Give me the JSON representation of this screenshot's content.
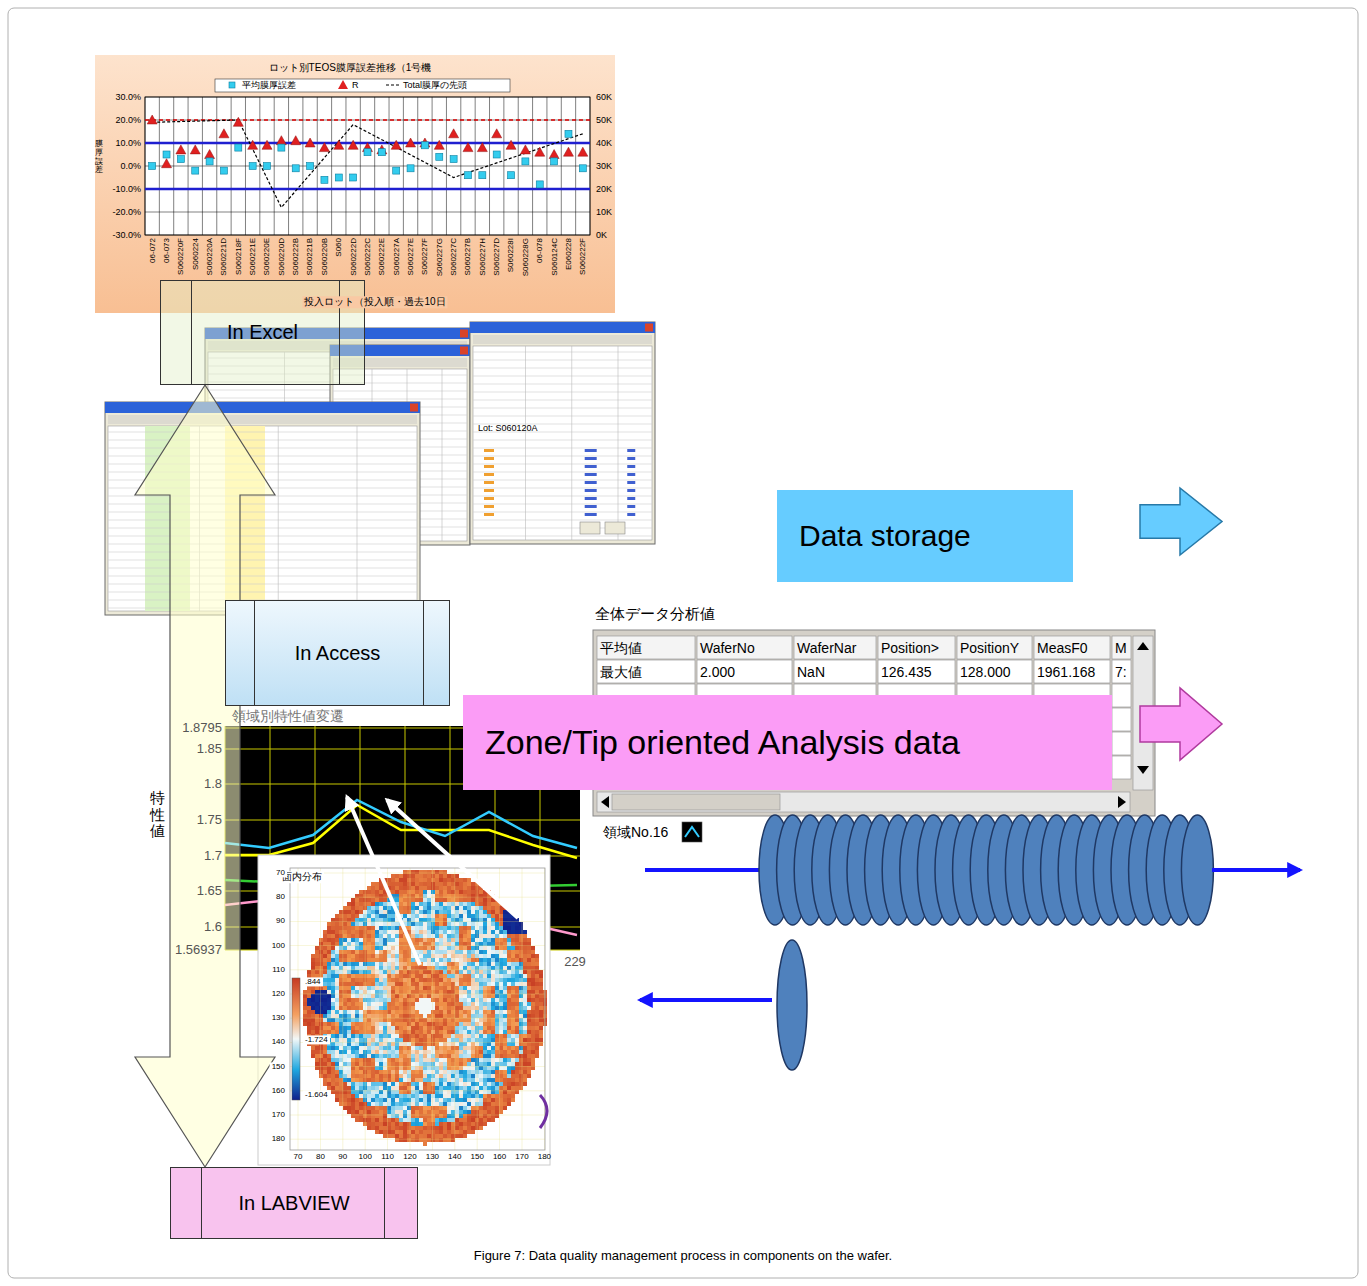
{
  "diagram": {
    "caption": "Figure 7: Data quality management process in components on the wafer.",
    "nodes": [
      {
        "text": [
          "In Excel"
        ]
      },
      {
        "text": [
          "In Access"
        ]
      },
      {
        "text": [
          "In LABVIEW"
        ]
      },
      {
        "text": [
          "Data storage"
        ]
      },
      {
        "text": [
          "Zone/Tip oriented Analysis data"
        ]
      }
    ],
    "edges": [
      {
        "from": 0,
        "to": 2,
        "arrow": "both"
      }
    ],
    "labels": [
      "ロット別TEOS膜厚誤差推移（1号機",
      "膜厚誤差",
      "30.0%",
      "20.0%",
      "10.0%",
      "0.0%",
      "-10.0%",
      "-20.0%",
      "-30.0%",
      "60K",
      "50K",
      "40K",
      "30K",
      "20K",
      "10K",
      "0K",
      "06-072",
      "06-073",
      "S060220F",
      "S060224",
      "S060220A",
      "S060221D",
      "S060218F",
      "S060221E",
      "S060220E",
      "S060220D",
      "S060222B",
      "S060221B",
      "S060220B",
      "S060",
      "S060222D",
      "S060222C",
      "S060222E",
      "S060227A",
      "S060227E",
      "S060227F",
      "S060227G",
      "S060227C",
      "S060227B",
      "S060227H",
      "S060227D",
      "S060228I",
      "S060228G",
      "06-078",
      "S060124C",
      "E060228",
      "S060222F",
      "投入ロット（投入順・過去10日",
      "Lot: S060120A",
      "全体データ分析値",
      "平均値",
      "WaferNo",
      "WaferNar",
      "Position>",
      "PositionY",
      "MeasF0",
      "M",
      "最大値",
      "2.000",
      "NaN",
      "126.435",
      "128.000",
      "1961.168",
      "7:",
      "領域No.16",
      "領域別特性値変遷",
      "1.8795",
      "1.85",
      "1.8",
      "1.75",
      "1.7",
      "1.65",
      "1.6",
      "1.56937",
      "特性値",
      "229",
      "面内分布",
      "70",
      "80",
      "90",
      "100",
      "110",
      "120",
      "130",
      "140",
      "150",
      "160",
      "170",
      "180",
      "70",
      "80",
      "90",
      "100",
      "110",
      "120",
      "130",
      "140",
      "150",
      "160",
      "170",
      "180",
      ".844",
      "-1.724",
      "-1.604"
    ],
    "legend": [
      {
        "text": "平均膜厚誤差"
      },
      {
        "text": "R"
      },
      {
        "text": "Total膜厚の先頭"
      }
    ]
  }
}
